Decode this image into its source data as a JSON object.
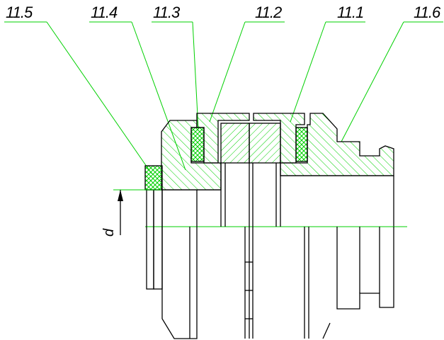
{
  "labels": {
    "p115": "11.5",
    "p114": "11.4",
    "p113": "11.3",
    "p112": "11.2",
    "p111": "11.1",
    "p116": "11.6"
  },
  "dimension": {
    "diameter": "d"
  },
  "colors": {
    "outline": "#000000",
    "hatch_and_leaders": "#00d000",
    "background": "#ffffff"
  }
}
